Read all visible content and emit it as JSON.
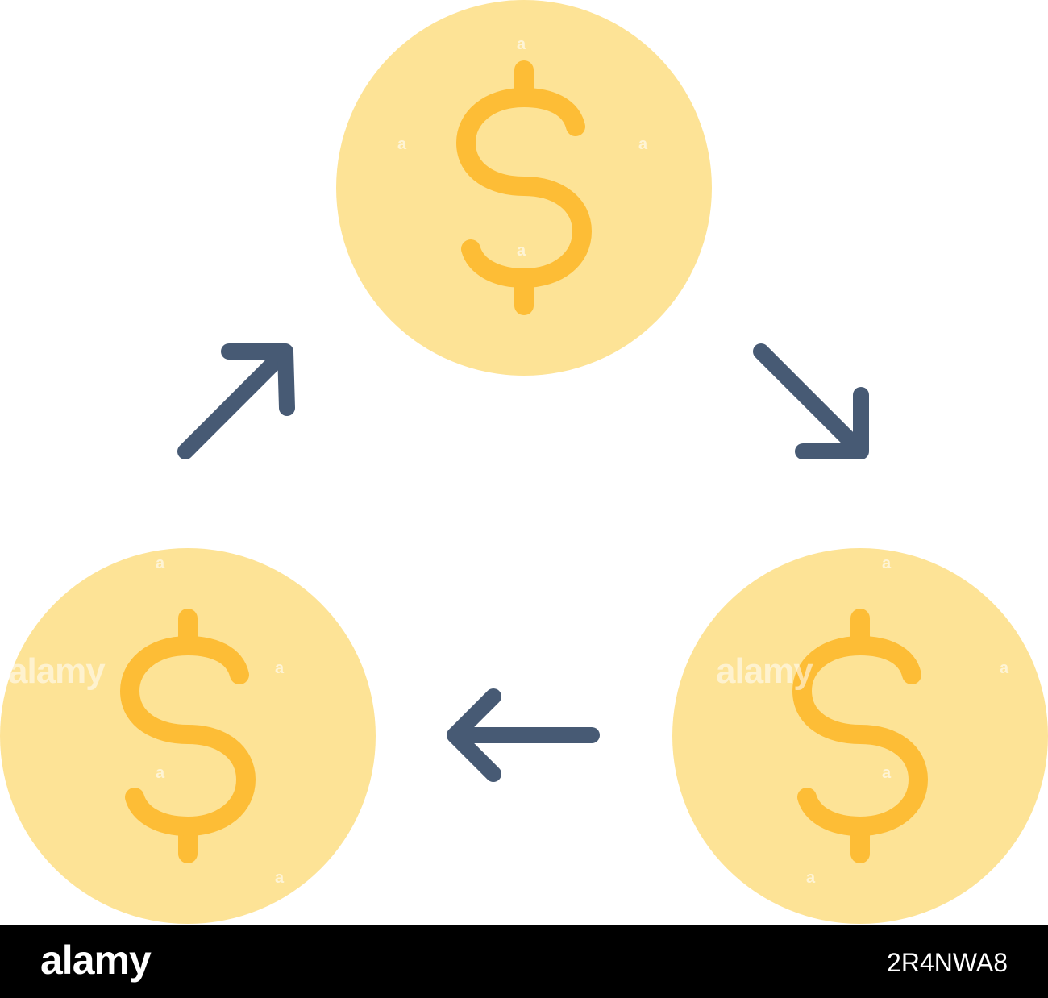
{
  "colors": {
    "coin_fill": "#fde396",
    "dollar_sign": "#fdbd36",
    "arrow": "#475a74",
    "footer_background": "#000000",
    "footer_text": "#ffffff"
  },
  "icons": {
    "coins": [
      "dollar-coin-icon",
      "dollar-coin-icon",
      "dollar-coin-icon"
    ],
    "arrows": [
      "arrow-up-right-icon",
      "arrow-down-right-icon",
      "arrow-left-icon"
    ]
  },
  "watermark": {
    "brand": "alamy",
    "mark": "a"
  },
  "footer": {
    "logo": "alamy",
    "image_id": "2R4NWA8"
  }
}
